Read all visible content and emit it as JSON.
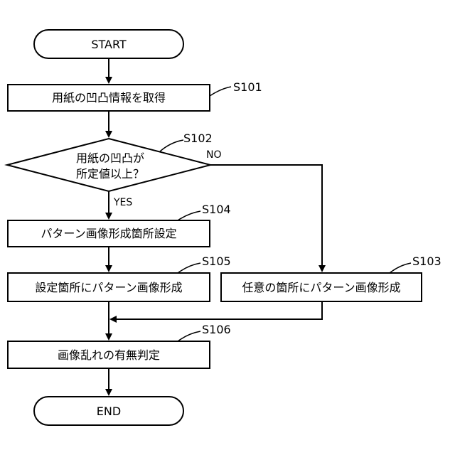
{
  "flowchart": {
    "start": "START",
    "end": "END",
    "s101": {
      "id": "S101",
      "text": "用紙の凹凸情報を取得"
    },
    "s102": {
      "id": "S102",
      "text_line1": "用紙の凹凸が",
      "text_line2": "所定値以上？",
      "yes": "YES",
      "no": "NO"
    },
    "s103": {
      "id": "S103",
      "text": "任意の箇所にパターン画像形成"
    },
    "s104": {
      "id": "S104",
      "text": "パターン画像形成箇所設定"
    },
    "s105": {
      "id": "S105",
      "text": "設定箇所にパターン画像形成"
    },
    "s106": {
      "id": "S106",
      "text": "画像乱れの有無判定"
    }
  },
  "colors": {
    "stroke": "#000000",
    "background": "#ffffff"
  }
}
